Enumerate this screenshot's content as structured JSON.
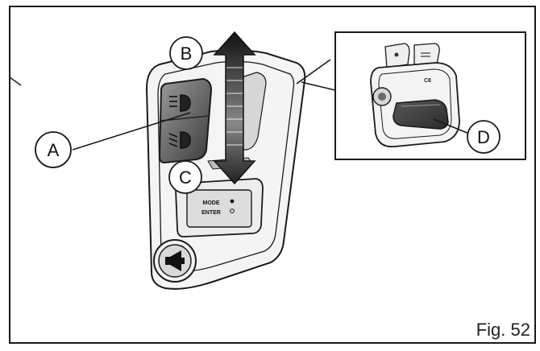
{
  "figure": {
    "caption": "Fig. 52",
    "callouts": {
      "a": "A",
      "b": "B",
      "c": "C",
      "d": "D"
    },
    "switch_labels": {
      "mode_line1": "MODE",
      "mode_line2": "ENTER"
    }
  },
  "icons": {
    "high_beam": "high-beam-icon",
    "low_beam": "low-beam-icon",
    "horn": "horn-icon",
    "double_arrow": "up-down-double-arrow-icon"
  },
  "colors": {
    "line": "#1a1a1a",
    "button_dark": "#555555",
    "button_mid": "#8a8a8a",
    "housing": "#f4f4f4"
  }
}
